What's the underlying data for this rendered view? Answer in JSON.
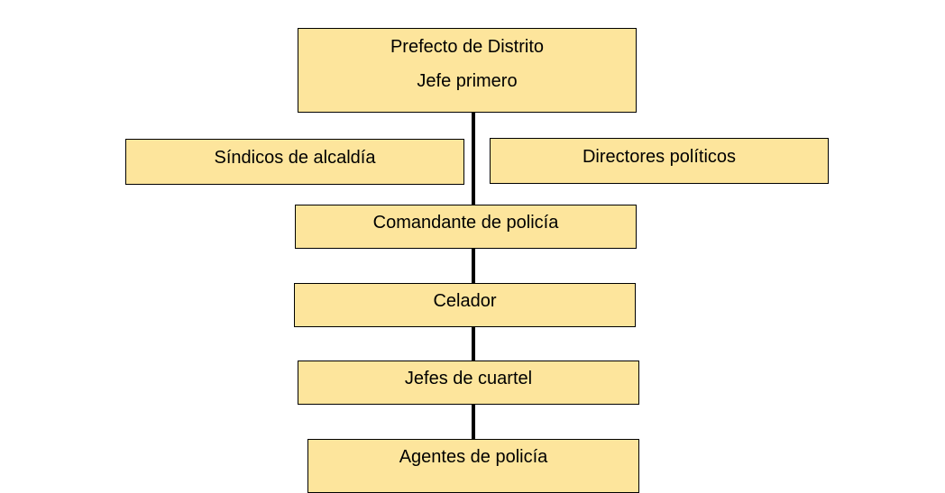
{
  "diagram": {
    "top": {
      "line1": "Prefecto de Distrito",
      "line2": "Jefe primero"
    },
    "side_left": "Síndicos de alcaldía",
    "side_right": "Directores políticos",
    "chain": [
      "Comandante de policía",
      "Celador",
      "Jefes de cuartel",
      "Agentes de policía"
    ],
    "colors": {
      "box_fill": "#fde59c",
      "border": "#000000",
      "connector": "#000000"
    }
  }
}
